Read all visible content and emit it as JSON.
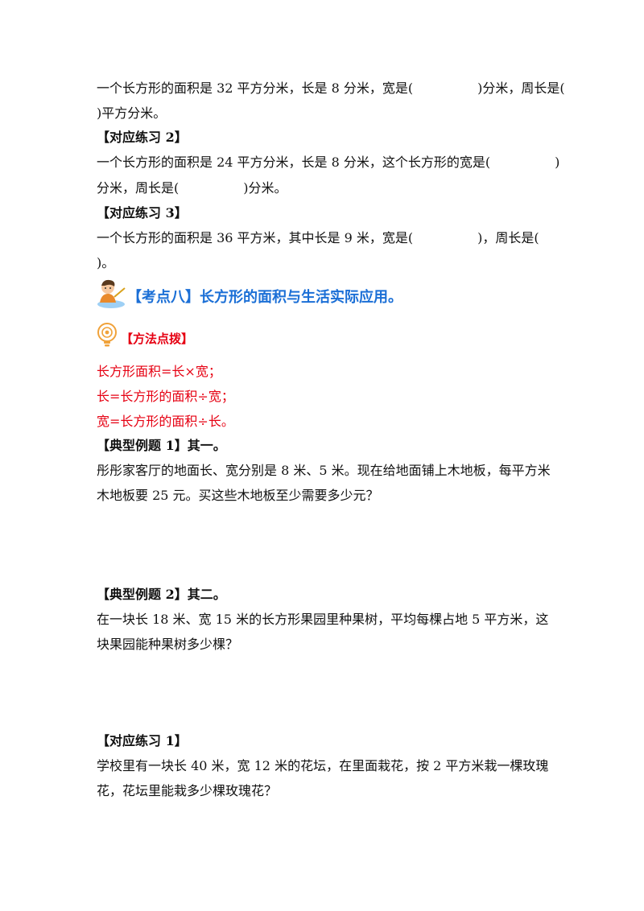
{
  "section_a": {
    "q1_line1": "一个长方形的面积是 32 平方分米，长是 8 分米，宽是(　　　　　)分米，周长是(",
    "q1_line2": ")平方分米。",
    "practice2_heading": "【对应练习 2】",
    "q2_line1": "一个长方形的面积是 24 平方分米，长是 8 分米，这个长方形的宽是(　　　　　)",
    "q2_line2": "分米，周长是(　　　　　)分米。",
    "practice3_heading": "【对应练习 3】",
    "q3_line1": "一个长方形的面积是 36 平方米，其中长是 9 米，宽是(　　　　　)，周长是(",
    "q3_line2": ")。"
  },
  "topic": {
    "title": "【考点八】长方形的面积与生活实际应用。",
    "icon": "teacher-pointer-icon"
  },
  "method": {
    "title": "【方法点拨】",
    "icon": "lightbulb-icon",
    "formulas": [
      "长方形面积=长×宽；",
      "长=长方形的面积÷宽；",
      "宽=长方形的面积÷长。"
    ],
    "color": "#e60012"
  },
  "example1": {
    "heading": "【典型例题 1】其一。",
    "line1": "彤彤家客厅的地面长、宽分别是 8 米、5 米。现在给地面铺上木地板，每平方米",
    "line2": "木地板要 25 元。买这些木地板至少需要多少元？"
  },
  "example2": {
    "heading": "【典型例题 2】其二。",
    "line1": "在一块长 18 米、宽 15 米的长方形果园里种果树，平均每棵占地 5 平方米，这",
    "line2": "块果园能种果树多少棵？"
  },
  "practice1": {
    "heading": "【对应练习 1】",
    "line1": "学校里有一块长 40 米，宽 12 米的花坛，在里面栽花，按 2 平方米栽一棵玫瑰",
    "line2": "花，花坛里能栽多少棵玫瑰花？"
  },
  "colors": {
    "topic_blue": "#1b6fd6",
    "method_red": "#e60012"
  }
}
